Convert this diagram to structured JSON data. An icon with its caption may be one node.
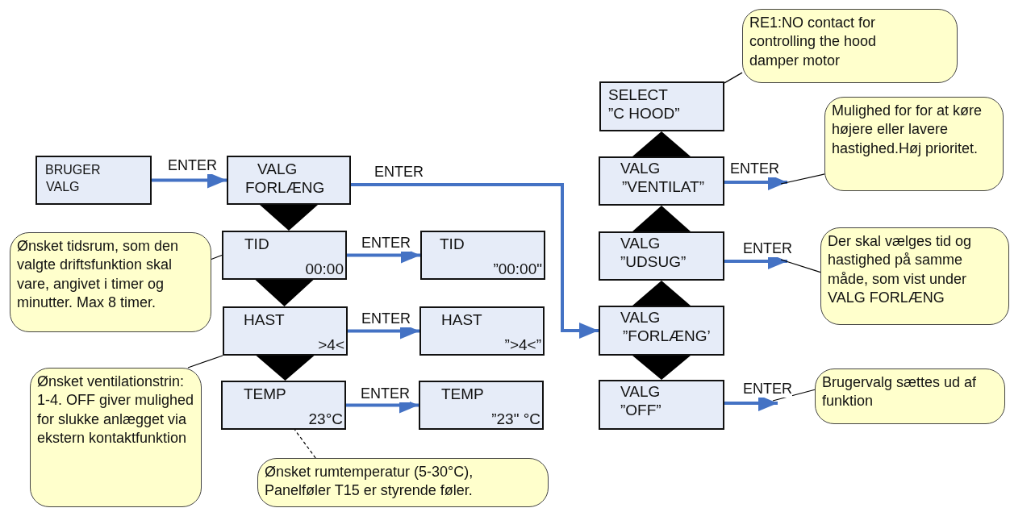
{
  "diagram": {
    "nodes": [
      {
        "text": [
          "BRUGER",
          "VALG"
        ]
      },
      {
        "text": [
          "VALG",
          "FORLÆNG"
        ]
      },
      {
        "text": [
          "TID",
          "00:00"
        ]
      },
      {
        "text": [
          "HAST",
          ">4<"
        ]
      },
      {
        "text": [
          "TEMP",
          "23°C"
        ]
      },
      {
        "text": [
          "TID",
          "”00:00\""
        ]
      },
      {
        "text": [
          "HAST",
          "”>4<”"
        ]
      },
      {
        "text": [
          "TEMP",
          "”23\" °C"
        ]
      },
      {
        "text": [
          "SELECT",
          "”C HOOD”"
        ]
      },
      {
        "text": [
          "VALG",
          "”VENTILAT”"
        ]
      },
      {
        "text": [
          "VALG",
          "”UDSUG”"
        ]
      },
      {
        "text": [
          "VALG",
          "”FORLÆNG’"
        ]
      },
      {
        "text": [
          "VALG",
          "”OFF”"
        ]
      },
      {
        "text": [
          "RE1:NO contact for controlling the hood damper motor"
        ]
      },
      {
        "text": [
          "Mulighed for for at køre højere eller lavere hastighed.Høj prioritet."
        ]
      },
      {
        "text": [
          "Der skal vælges tid og hastighed på samme måde, som vist under VALG FORLÆNG"
        ]
      },
      {
        "text": [
          "Brugervalg sættes ud af funktion"
        ]
      },
      {
        "text": [
          "Ønsket tidsrum, som den valgte driftsfunktion skal vare, angivet i timer og minutter. Max 8 timer."
        ]
      },
      {
        "text": [
          "Ønsket ventilationstrin: 1-4. OFF giver mulighed for slukke anlægget via ekstern kontaktfunktion"
        ]
      },
      {
        "text": [
          "Ønsket rumtemperatur (5-30°C), Panelføler T15 er styrende føler."
        ]
      }
    ],
    "edges": [
      {
        "from": 0,
        "to": 1,
        "arrow": "to",
        "label": "ENTER"
      },
      {
        "from": 1,
        "to": 2,
        "arrow": "to",
        "color": "#000000"
      },
      {
        "from": 2,
        "to": 3,
        "arrow": "to",
        "color": "#000000"
      },
      {
        "from": 3,
        "to": 4,
        "arrow": "to",
        "color": "#000000"
      },
      {
        "from": 2,
        "to": 5,
        "arrow": "to",
        "label": "ENTER"
      },
      {
        "from": 3,
        "to": 6,
        "arrow": "to",
        "label": "ENTER"
      },
      {
        "from": 4,
        "to": 7,
        "arrow": "to",
        "label": "ENTER"
      },
      {
        "from": 1,
        "to": 11,
        "arrow": "to",
        "label": "ENTER"
      },
      {
        "from": 11,
        "to": 10,
        "arrow": "to",
        "color": "#000000"
      },
      {
        "from": 10,
        "to": 9,
        "arrow": "to",
        "color": "#000000"
      },
      {
        "from": 9,
        "to": 8,
        "arrow": "to",
        "color": "#000000"
      },
      {
        "from": 11,
        "to": 12,
        "arrow": "to",
        "color": "#000000"
      },
      {
        "from": 9,
        "to": null,
        "arrow": "to",
        "label": "ENTER"
      },
      {
        "from": 10,
        "to": null,
        "arrow": "to",
        "label": "ENTER"
      },
      {
        "from": 12,
        "to": null,
        "arrow": "to",
        "label": "ENTER"
      },
      {
        "from": 13,
        "to": 8,
        "arrow": "none",
        "color": "#000000"
      },
      {
        "from": 14,
        "to": null,
        "arrow": "none",
        "color": "#000000"
      },
      {
        "from": 15,
        "to": null,
        "arrow": "none",
        "color": "#000000"
      },
      {
        "from": 16,
        "to": null,
        "arrow": "none",
        "color": "#000000"
      },
      {
        "from": 17,
        "to": 2,
        "arrow": "none",
        "color": "#000000"
      },
      {
        "from": 18,
        "to": 3,
        "arrow": "none",
        "color": "#000000"
      },
      {
        "from": 19,
        "to": 4,
        "arrow": "none",
        "style": "dashed",
        "color": "#000000"
      }
    ]
  }
}
